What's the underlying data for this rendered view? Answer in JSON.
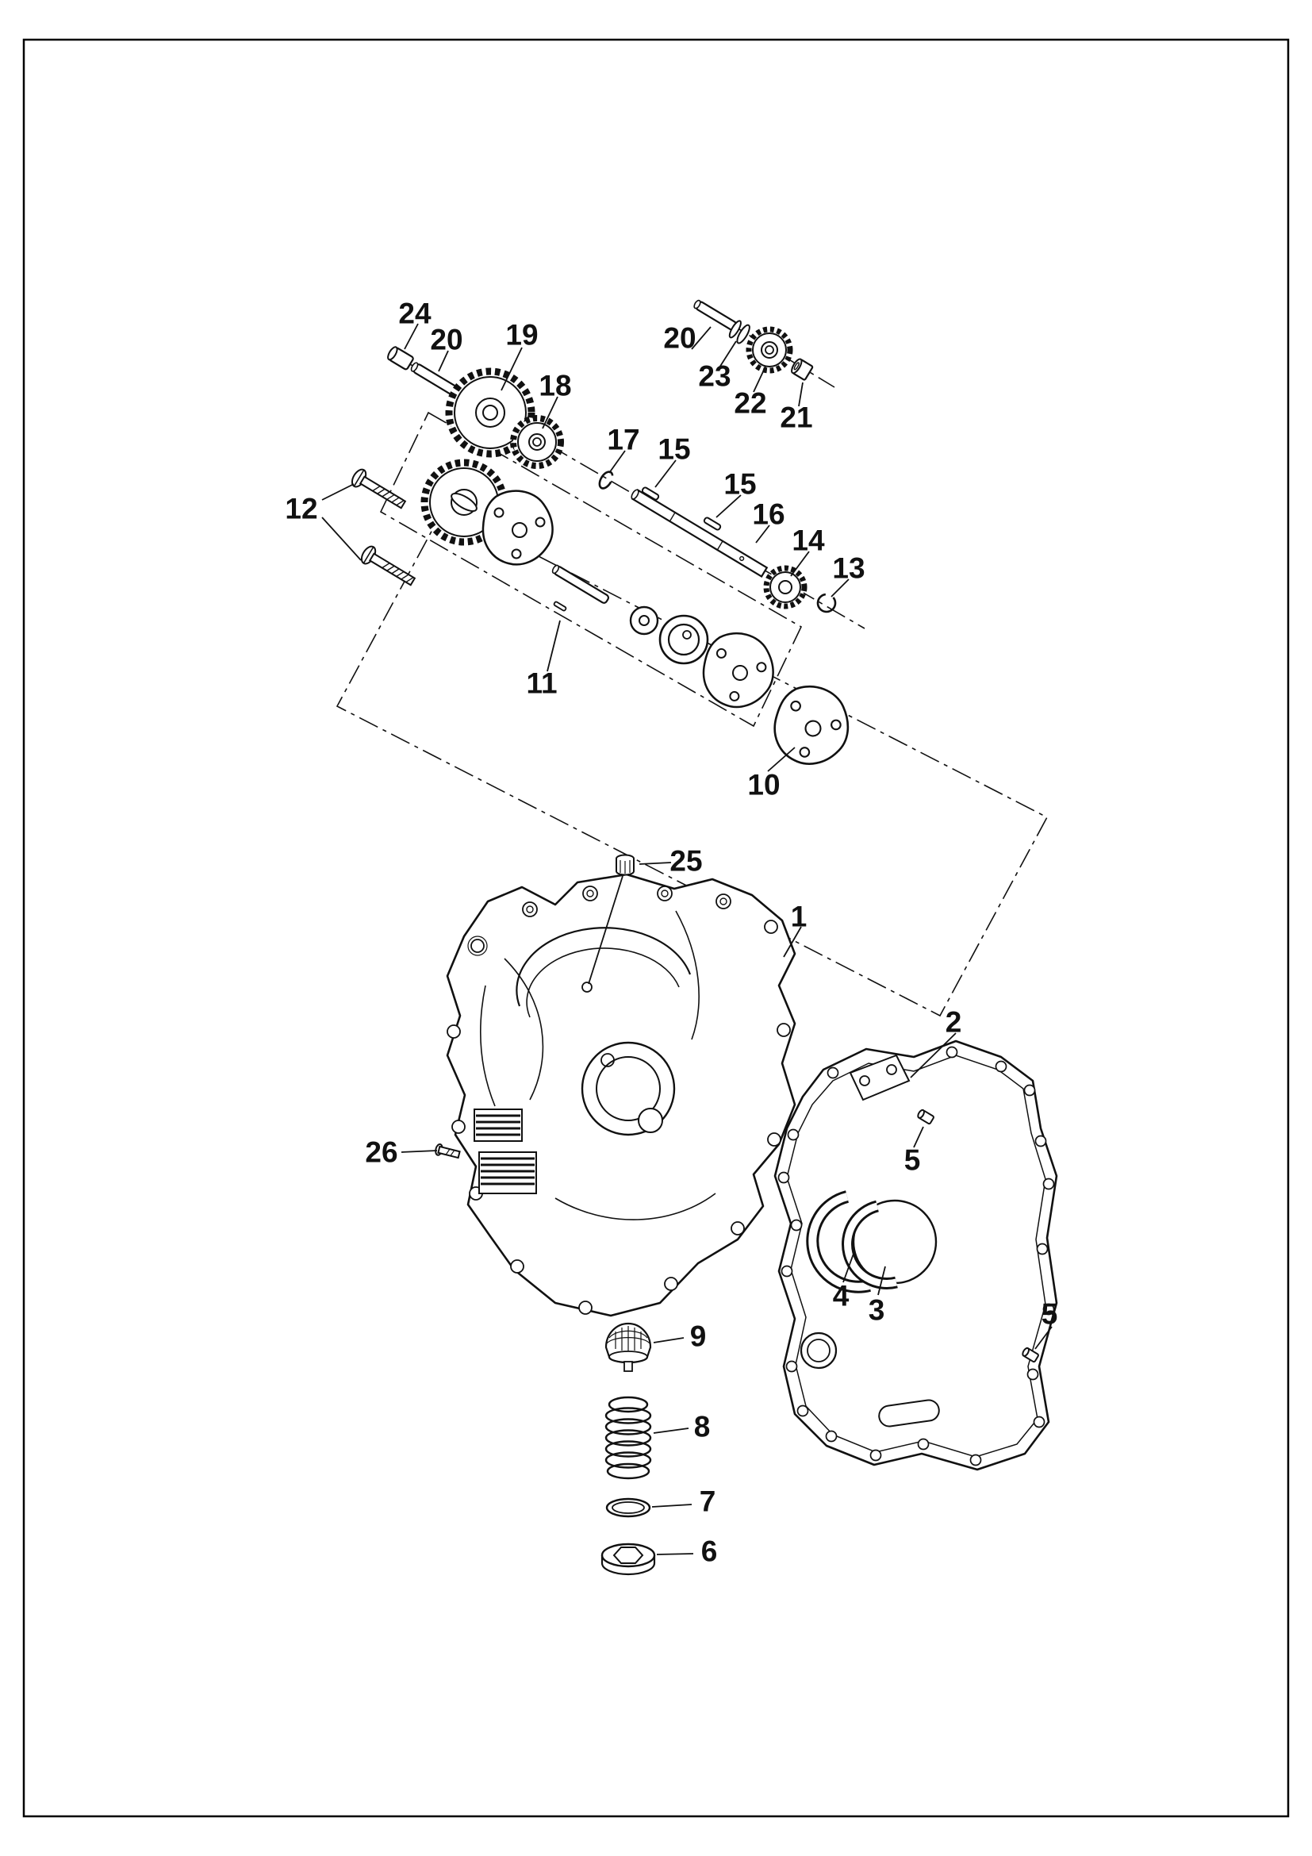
{
  "page": {
    "background": "#ffffff",
    "ink_color": "#111111",
    "frame_color": "#000000"
  },
  "diagram": {
    "type": "exploded-parts-diagram",
    "callouts": [
      {
        "label": "24"
      },
      {
        "label": "20"
      },
      {
        "label": "19"
      },
      {
        "label": "18"
      },
      {
        "label": "20"
      },
      {
        "label": "23"
      },
      {
        "label": "22"
      },
      {
        "label": "21"
      },
      {
        "label": "17"
      },
      {
        "label": "15"
      },
      {
        "label": "15"
      },
      {
        "label": "16"
      },
      {
        "label": "14"
      },
      {
        "label": "13"
      },
      {
        "label": "12"
      },
      {
        "label": "11"
      },
      {
        "label": "10"
      },
      {
        "label": "25"
      },
      {
        "label": "1"
      },
      {
        "label": "2"
      },
      {
        "label": "5"
      },
      {
        "label": "26"
      },
      {
        "label": "4"
      },
      {
        "label": "3"
      },
      {
        "label": "5"
      },
      {
        "label": "9"
      },
      {
        "label": "8"
      },
      {
        "label": "7"
      },
      {
        "label": "6"
      }
    ]
  }
}
